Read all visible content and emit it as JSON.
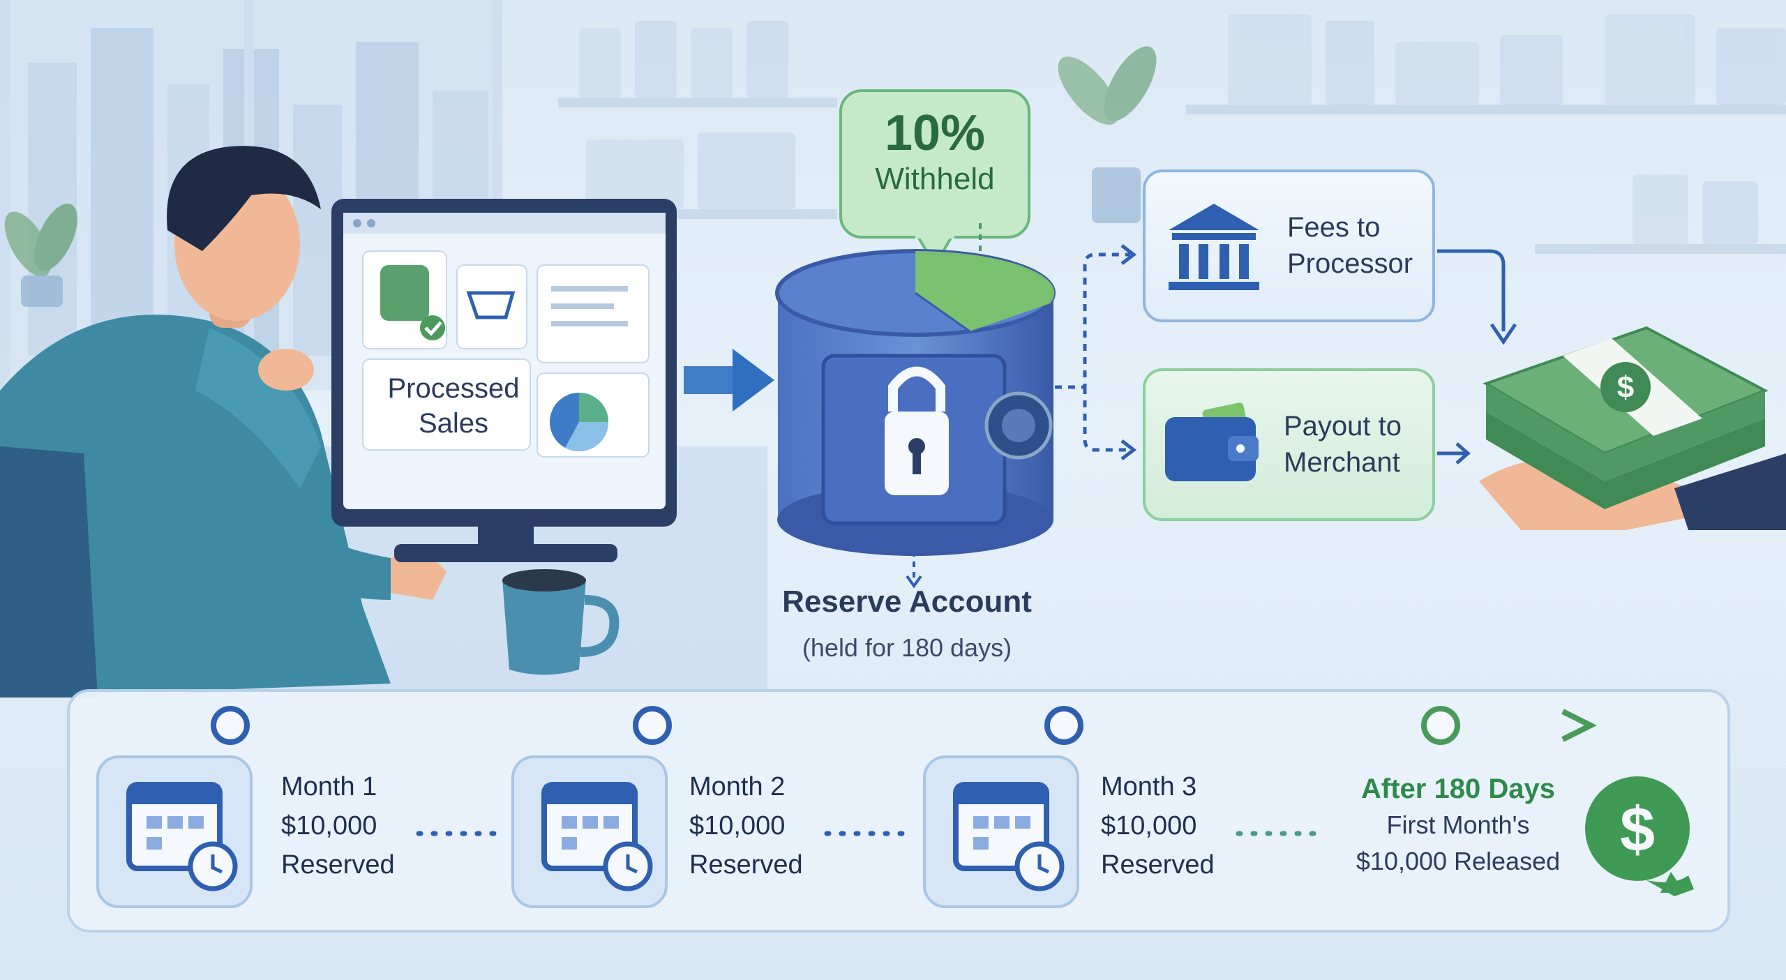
{
  "reserve": {
    "withheld_percent": "10%",
    "withheld_label": "Withheld",
    "account_title": "Reserve Account",
    "account_subtitle": "(held for 180 days)"
  },
  "monitor": {
    "label_line1": "Processed",
    "label_line2": "Sales"
  },
  "outputs": {
    "fees_line1": "Fees to",
    "fees_line2": "Processor",
    "payout_line1": "Payout to",
    "payout_line2": "Merchant"
  },
  "timeline": {
    "months": [
      {
        "month": "Month 1",
        "amount": "$10,000",
        "status": "Reserved"
      },
      {
        "month": "Month 2",
        "amount": "$10,000",
        "status": "Reserved"
      },
      {
        "month": "Month 3",
        "amount": "$10,000",
        "status": "Reserved"
      }
    ],
    "final": {
      "heading": "After 180 Days",
      "line1": "First Month's",
      "line2": "$10,000 Released"
    }
  },
  "colors": {
    "primary_blue": "#2f5fb0",
    "accent_green": "#4a9a5a",
    "panel_bg": "#eaf3fb"
  }
}
